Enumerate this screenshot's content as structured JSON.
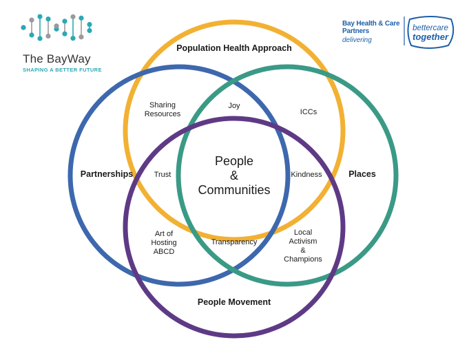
{
  "logo_left": {
    "icon": "dna-helix-icon",
    "wordmark": "The BayWay",
    "tagline": "SHAPING A BETTER FUTURE",
    "colors": {
      "teal": "#2aa9b3",
      "grey": "#9a9a9a"
    }
  },
  "logo_right": {
    "partner_name": "Bay Health & Care Partners",
    "partner_sub": "delivering",
    "badge_line1": "bettercare",
    "badge_line2": "together",
    "color": "#1d5fa8"
  },
  "diagram": {
    "center": {
      "line1": "People",
      "line2": "&",
      "line3": "Communities"
    },
    "circles": [
      {
        "name": "Population Health Approach",
        "color": "#f2b133"
      },
      {
        "name": "Partnerships",
        "color": "#3d68ad"
      },
      {
        "name": "Places",
        "color": "#3a9a86"
      },
      {
        "name": "People Movement",
        "color": "#5e3a86"
      }
    ],
    "regions": {
      "sharing_resources": [
        "Sharing",
        "Resources"
      ],
      "joy": "Joy",
      "iccs": "ICCs",
      "trust": "Trust",
      "kindness": "Kindness",
      "art_of_hosting": [
        "Art of",
        "Hosting",
        "ABCD"
      ],
      "transparency": "Transparency",
      "local_activism": [
        "Local",
        "Activism",
        "&",
        "Champions"
      ]
    }
  }
}
